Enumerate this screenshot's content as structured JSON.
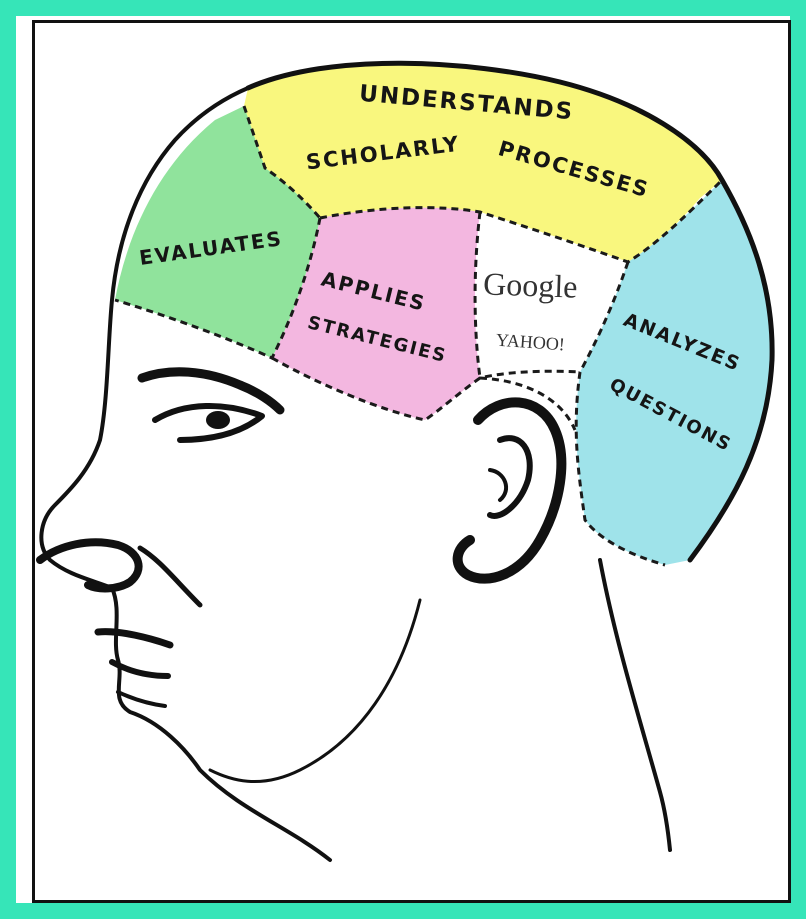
{
  "regions": [
    {
      "id": "understands",
      "lines": [
        "UNDERSTANDS",
        "SCHOLARLY",
        "PROCESSES"
      ],
      "color": "#f9f77e"
    },
    {
      "id": "evaluates",
      "lines": [
        "EVALUATES"
      ],
      "color": "#90e39c"
    },
    {
      "id": "applies",
      "lines": [
        "APPLIES",
        "STRATEGIES"
      ],
      "color": "#f3b7e0"
    },
    {
      "id": "search",
      "lines": [
        "Google",
        "YAHOO!"
      ],
      "color": "#ffffff"
    },
    {
      "id": "analyzes",
      "lines": [
        "ANALYZES",
        "QUESTIONS"
      ],
      "color": "#9fe3ea"
    }
  ],
  "colors": {
    "frame": "#36e5b8",
    "border": "#111111"
  }
}
